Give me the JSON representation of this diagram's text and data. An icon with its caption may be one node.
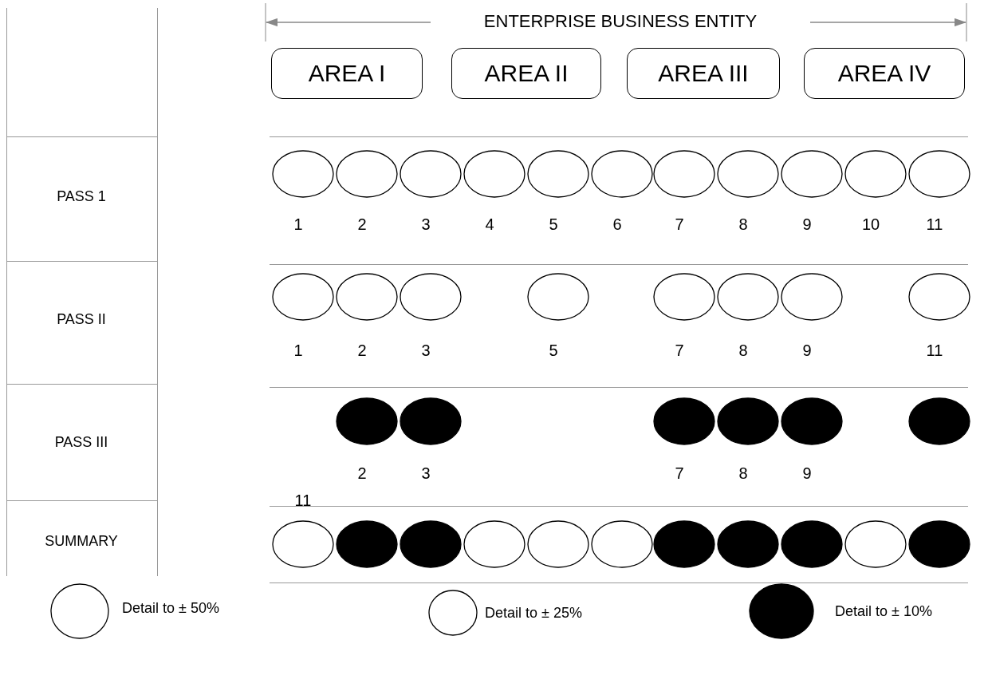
{
  "diagram": {
    "nodes": [
      {
        "text": [
          "AREA I"
        ]
      },
      {
        "text": [
          "AREA II"
        ]
      },
      {
        "text": [
          "AREA III"
        ]
      },
      {
        "text": [
          "AREA IV"
        ]
      },
      {
        "text": [],
        "shape": "ellipse",
        "beside": [
          "1"
        ]
      },
      {
        "text": [],
        "shape": "ellipse",
        "beside": [
          "2"
        ]
      },
      {
        "text": [],
        "shape": "ellipse",
        "beside": [
          "3"
        ]
      },
      {
        "text": [],
        "shape": "ellipse",
        "beside": [
          "4"
        ]
      },
      {
        "text": [],
        "shape": "ellipse",
        "beside": [
          "5"
        ]
      },
      {
        "text": [],
        "shape": "ellipse",
        "beside": [
          "6"
        ]
      },
      {
        "text": [],
        "shape": "ellipse",
        "beside": [
          "7"
        ]
      },
      {
        "text": [],
        "shape": "ellipse",
        "beside": [
          "8"
        ]
      },
      {
        "text": [],
        "shape": "ellipse",
        "beside": [
          "9"
        ]
      },
      {
        "text": [],
        "shape": "ellipse",
        "beside": [
          "10"
        ]
      },
      {
        "text": [],
        "shape": "ellipse",
        "beside": [
          "11"
        ]
      },
      {
        "text": [],
        "shape": "ellipse",
        "beside": [
          "1"
        ]
      },
      {
        "text": [],
        "shape": "ellipse",
        "beside": [
          "2"
        ]
      },
      {
        "text": [],
        "shape": "ellipse",
        "beside": [
          "3"
        ]
      },
      {
        "text": [],
        "shape": "ellipse",
        "beside": [
          "5"
        ]
      },
      {
        "text": [],
        "shape": "ellipse",
        "beside": [
          "7"
        ]
      },
      {
        "text": [],
        "shape": "ellipse",
        "beside": [
          "8"
        ]
      },
      {
        "text": [],
        "shape": "ellipse",
        "beside": [
          "9"
        ]
      },
      {
        "text": [],
        "shape": "ellipse",
        "beside": [
          "11"
        ]
      },
      {
        "text": [],
        "shape": "disc",
        "beside": [
          "2"
        ]
      },
      {
        "text": [],
        "shape": "disc",
        "beside": [
          "3"
        ]
      },
      {
        "text": [],
        "shape": "disc",
        "beside": [
          "7"
        ]
      },
      {
        "text": [],
        "shape": "disc",
        "beside": [
          "8"
        ]
      },
      {
        "text": [],
        "shape": "disc",
        "beside": [
          "9"
        ]
      },
      {
        "text": [],
        "shape": "disc"
      },
      {
        "text": [],
        "shape": "ellipse"
      },
      {
        "text": [],
        "shape": "disc"
      },
      {
        "text": [],
        "shape": "disc"
      },
      {
        "text": [],
        "shape": "ellipse"
      },
      {
        "text": [],
        "shape": "ellipse"
      },
      {
        "text": [],
        "shape": "ellipse"
      },
      {
        "text": [],
        "shape": "disc"
      },
      {
        "text": [],
        "shape": "disc"
      },
      {
        "text": [],
        "shape": "disc"
      },
      {
        "text": [],
        "shape": "ellipse"
      },
      {
        "text": [],
        "shape": "disc"
      }
    ],
    "labels": [
      "ENTERPRISE BUSINESS ENTITY",
      "PASS 1",
      "PASS II",
      "PASS III",
      "11",
      "SUMMARY"
    ],
    "legend": [
      {
        "text": "Detail to ± 50%"
      },
      {
        "text": "Detail to ± 25%"
      },
      {
        "text": "Detail to ± 10%"
      }
    ]
  }
}
